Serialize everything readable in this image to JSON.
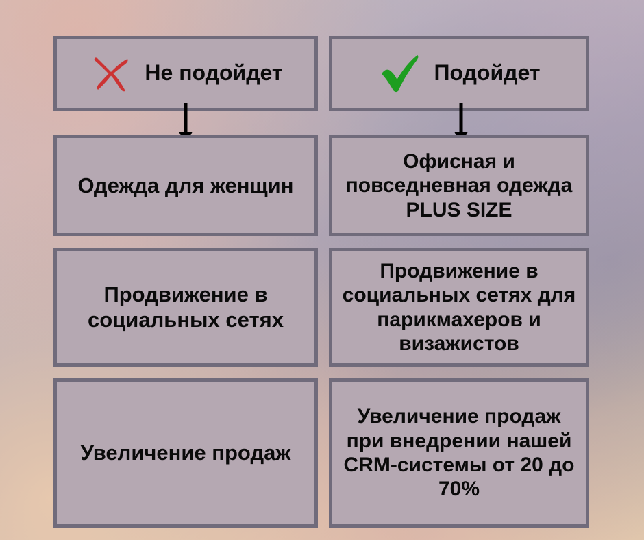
{
  "theme": {
    "card_fill": "#b5a8b2",
    "card_border": "#706b7b",
    "text_color": "#0a0a0a",
    "cross_color": "#cc3333",
    "check_color": "#1d9e20",
    "arrow_color": "#000000"
  },
  "columns": [
    {
      "id": "not-suitable",
      "header": {
        "icon": "red-cross-icon",
        "label": "Не подойдет"
      },
      "items": [
        {
          "label": "Одежда для женщин"
        },
        {
          "label": "Продвижение в социальных сетях"
        },
        {
          "label": "Увеличение продаж"
        }
      ]
    },
    {
      "id": "suitable",
      "header": {
        "icon": "green-check-icon",
        "label": "Подойдет"
      },
      "items": [
        {
          "label": "Офисная и повседневная одежда PLUS SIZE"
        },
        {
          "label": "Продвижение в социальных сетях для парикмахеров и визажистов"
        },
        {
          "label": "Увеличение продаж при внедрении нашей CRM-системы от 20 до 70%"
        }
      ]
    }
  ]
}
